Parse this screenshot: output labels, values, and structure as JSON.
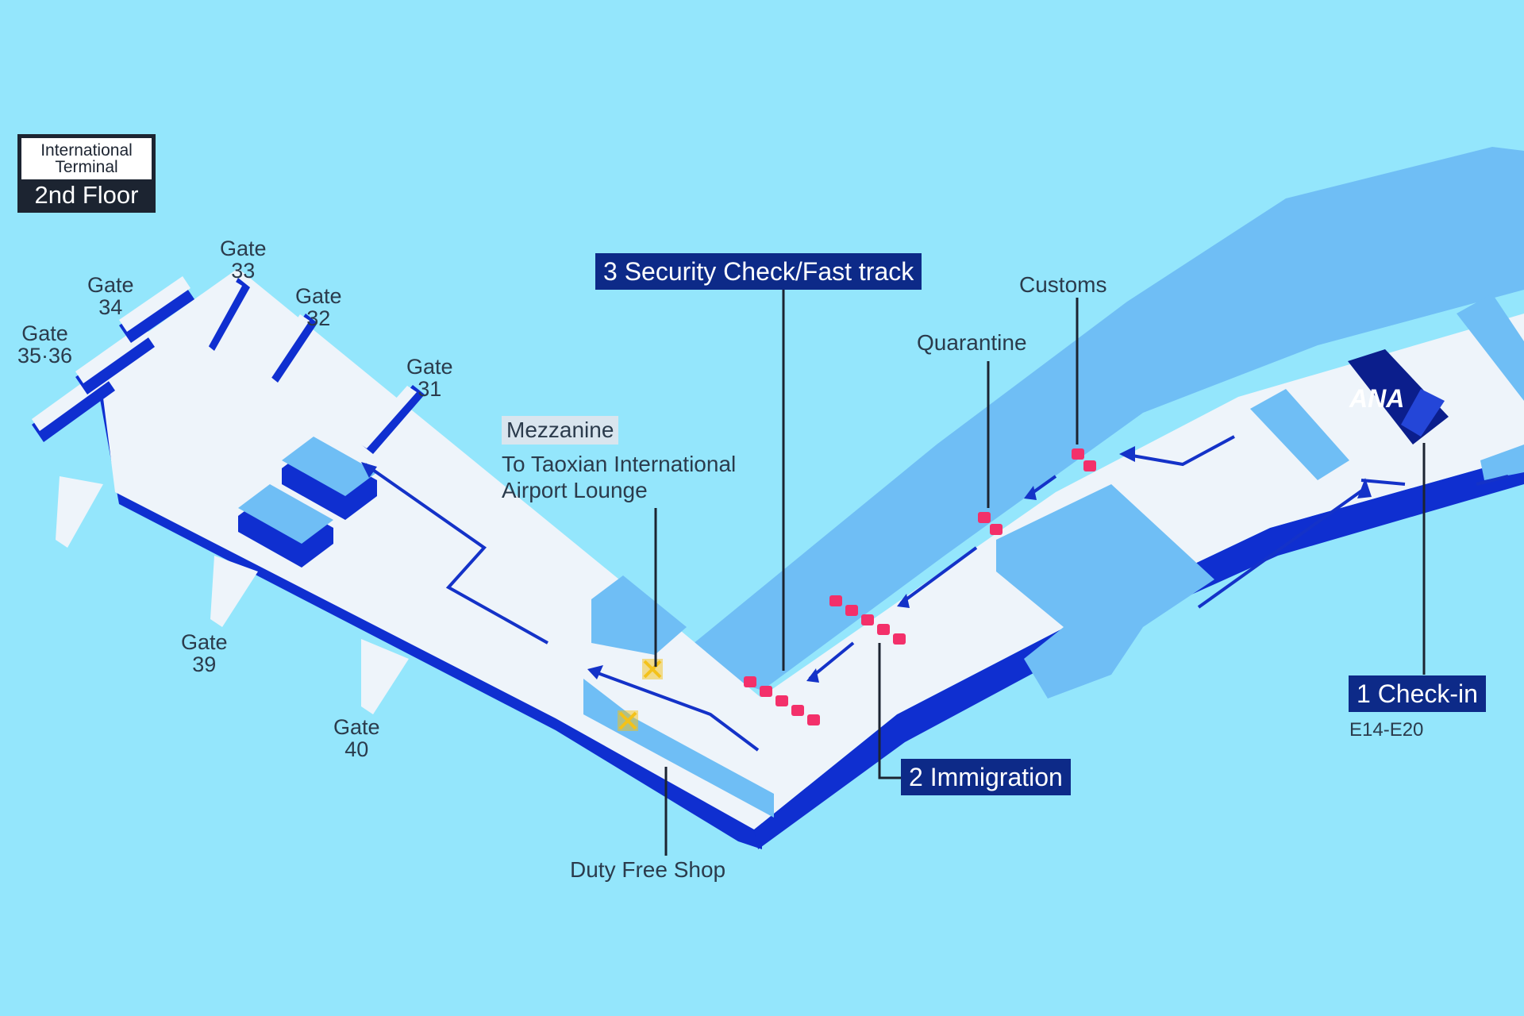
{
  "floor_card": {
    "line1": "International",
    "line2": "Terminal",
    "floor": "2nd Floor"
  },
  "gates": [
    {
      "id": "33",
      "line1": "Gate",
      "line2": "33"
    },
    {
      "id": "34",
      "line1": "Gate",
      "line2": "34"
    },
    {
      "id": "32",
      "line1": "Gate",
      "line2": "32"
    },
    {
      "id": "35-36",
      "line1": "Gate",
      "line2": "35·36"
    },
    {
      "id": "31",
      "line1": "Gate",
      "line2": "31"
    },
    {
      "id": "39",
      "line1": "Gate",
      "line2": "39"
    },
    {
      "id": "40",
      "line1": "Gate",
      "line2": "40"
    }
  ],
  "labels": {
    "security": "3 Security Check/Fast track",
    "customs": "Customs",
    "quarantine": "Quarantine",
    "mezzanine": "Mezzanine",
    "lounge_line1": "To Taoxian International",
    "lounge_line2": "Airport Lounge",
    "immigration": "2 Immigration",
    "checkin": "1 Check-in",
    "checkin_counters": "E14-E20",
    "duty_free": "Duty Free Shop",
    "airline_logo": "ANA"
  },
  "colors": {
    "background": "#94e6fc",
    "floor": "#eef4fa",
    "wall_dark": "#0f2fd0",
    "block": "#6fbef5",
    "label_box": "#0d2a88",
    "checkpoint": "#f3306a",
    "facility_marker": "#f4c21a"
  }
}
